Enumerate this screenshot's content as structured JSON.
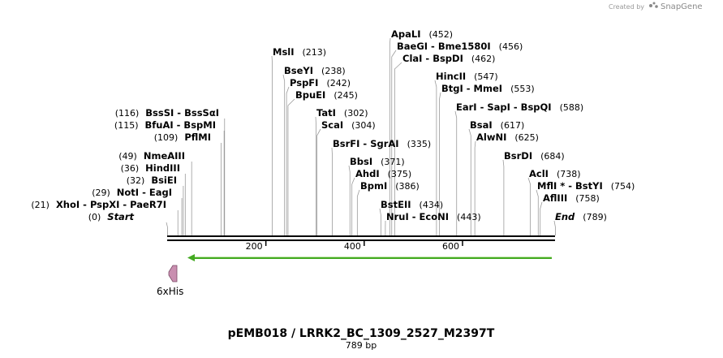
{
  "branding": {
    "created_by": "Created by",
    "product": "SnapGene"
  },
  "plasmid": {
    "name": "pEMB018 / LRRK2_BC_1309_2527_M2397T",
    "length_label": "789 bp",
    "length": 789
  },
  "axis": {
    "ticks": [
      200,
      400,
      600
    ]
  },
  "features": [
    {
      "label": "6xHis",
      "type": "tag",
      "color": "#c98fb0",
      "direction": "forward"
    },
    {
      "label": "",
      "type": "orf",
      "color": "#44aa22",
      "direction": "reverse"
    }
  ],
  "sites": [
    {
      "pos": 0,
      "pos_label": "(0)",
      "label": "Start",
      "italic": true
    },
    {
      "pos": 21,
      "pos_label": "(21)",
      "label": "XhoI - PspXI - PaeR7I"
    },
    {
      "pos": 29,
      "pos_label": "(29)",
      "label": "NotI - EagI"
    },
    {
      "pos": 32,
      "pos_label": "(32)",
      "label": "BsiEI"
    },
    {
      "pos": 36,
      "pos_label": "(36)",
      "label": "HindIII"
    },
    {
      "pos": 49,
      "pos_label": "(49)",
      "label": "NmeAIII"
    },
    {
      "pos": 109,
      "pos_label": "(109)",
      "label": "PflMI"
    },
    {
      "pos": 115,
      "pos_label": "(115)",
      "label": "BfuAI - BspMI"
    },
    {
      "pos": 116,
      "pos_label": "(116)",
      "label": "BssSI - BssSαI"
    },
    {
      "pos": 213,
      "pos_label": "(213)",
      "label": "MslI"
    },
    {
      "pos": 238,
      "pos_label": "(238)",
      "label": "BseYI"
    },
    {
      "pos": 242,
      "pos_label": "(242)",
      "label": "PspFI"
    },
    {
      "pos": 245,
      "pos_label": "(245)",
      "label": "BpuEI"
    },
    {
      "pos": 302,
      "pos_label": "(302)",
      "label": "TatI"
    },
    {
      "pos": 304,
      "pos_label": "(304)",
      "label": "ScaI"
    },
    {
      "pos": 335,
      "pos_label": "(335)",
      "label": "BsrFI - SgrAI"
    },
    {
      "pos": 371,
      "pos_label": "(371)",
      "label": "BbsI"
    },
    {
      "pos": 375,
      "pos_label": "(375)",
      "label": "AhdI"
    },
    {
      "pos": 386,
      "pos_label": "(386)",
      "label": "BpmI"
    },
    {
      "pos": 434,
      "pos_label": "(434)",
      "label": "BstEII"
    },
    {
      "pos": 443,
      "pos_label": "(443)",
      "label": "NruI - EcoNI"
    },
    {
      "pos": 452,
      "pos_label": "(452)",
      "label": "ApaLI"
    },
    {
      "pos": 456,
      "pos_label": "(456)",
      "label": "BaeGI - Bme1580I"
    },
    {
      "pos": 462,
      "pos_label": "(462)",
      "label": "ClaI - BspDI"
    },
    {
      "pos": 547,
      "pos_label": "(547)",
      "label": "HincII"
    },
    {
      "pos": 553,
      "pos_label": "(553)",
      "label": "BtgI - MmeI"
    },
    {
      "pos": 588,
      "pos_label": "(588)",
      "label": "EarI - SapI - BspQI"
    },
    {
      "pos": 617,
      "pos_label": "(617)",
      "label": "BsaI"
    },
    {
      "pos": 625,
      "pos_label": "(625)",
      "label": "AlwNI"
    },
    {
      "pos": 684,
      "pos_label": "(684)",
      "label": "BsrDI"
    },
    {
      "pos": 738,
      "pos_label": "(738)",
      "label": "AclI"
    },
    {
      "pos": 754,
      "pos_label": "(754)",
      "label": "MflI * - BstYI"
    },
    {
      "pos": 758,
      "pos_label": "(758)",
      "label": "AflIII"
    },
    {
      "pos": 789,
      "pos_label": "(789)",
      "label": "End",
      "italic": true
    }
  ]
}
